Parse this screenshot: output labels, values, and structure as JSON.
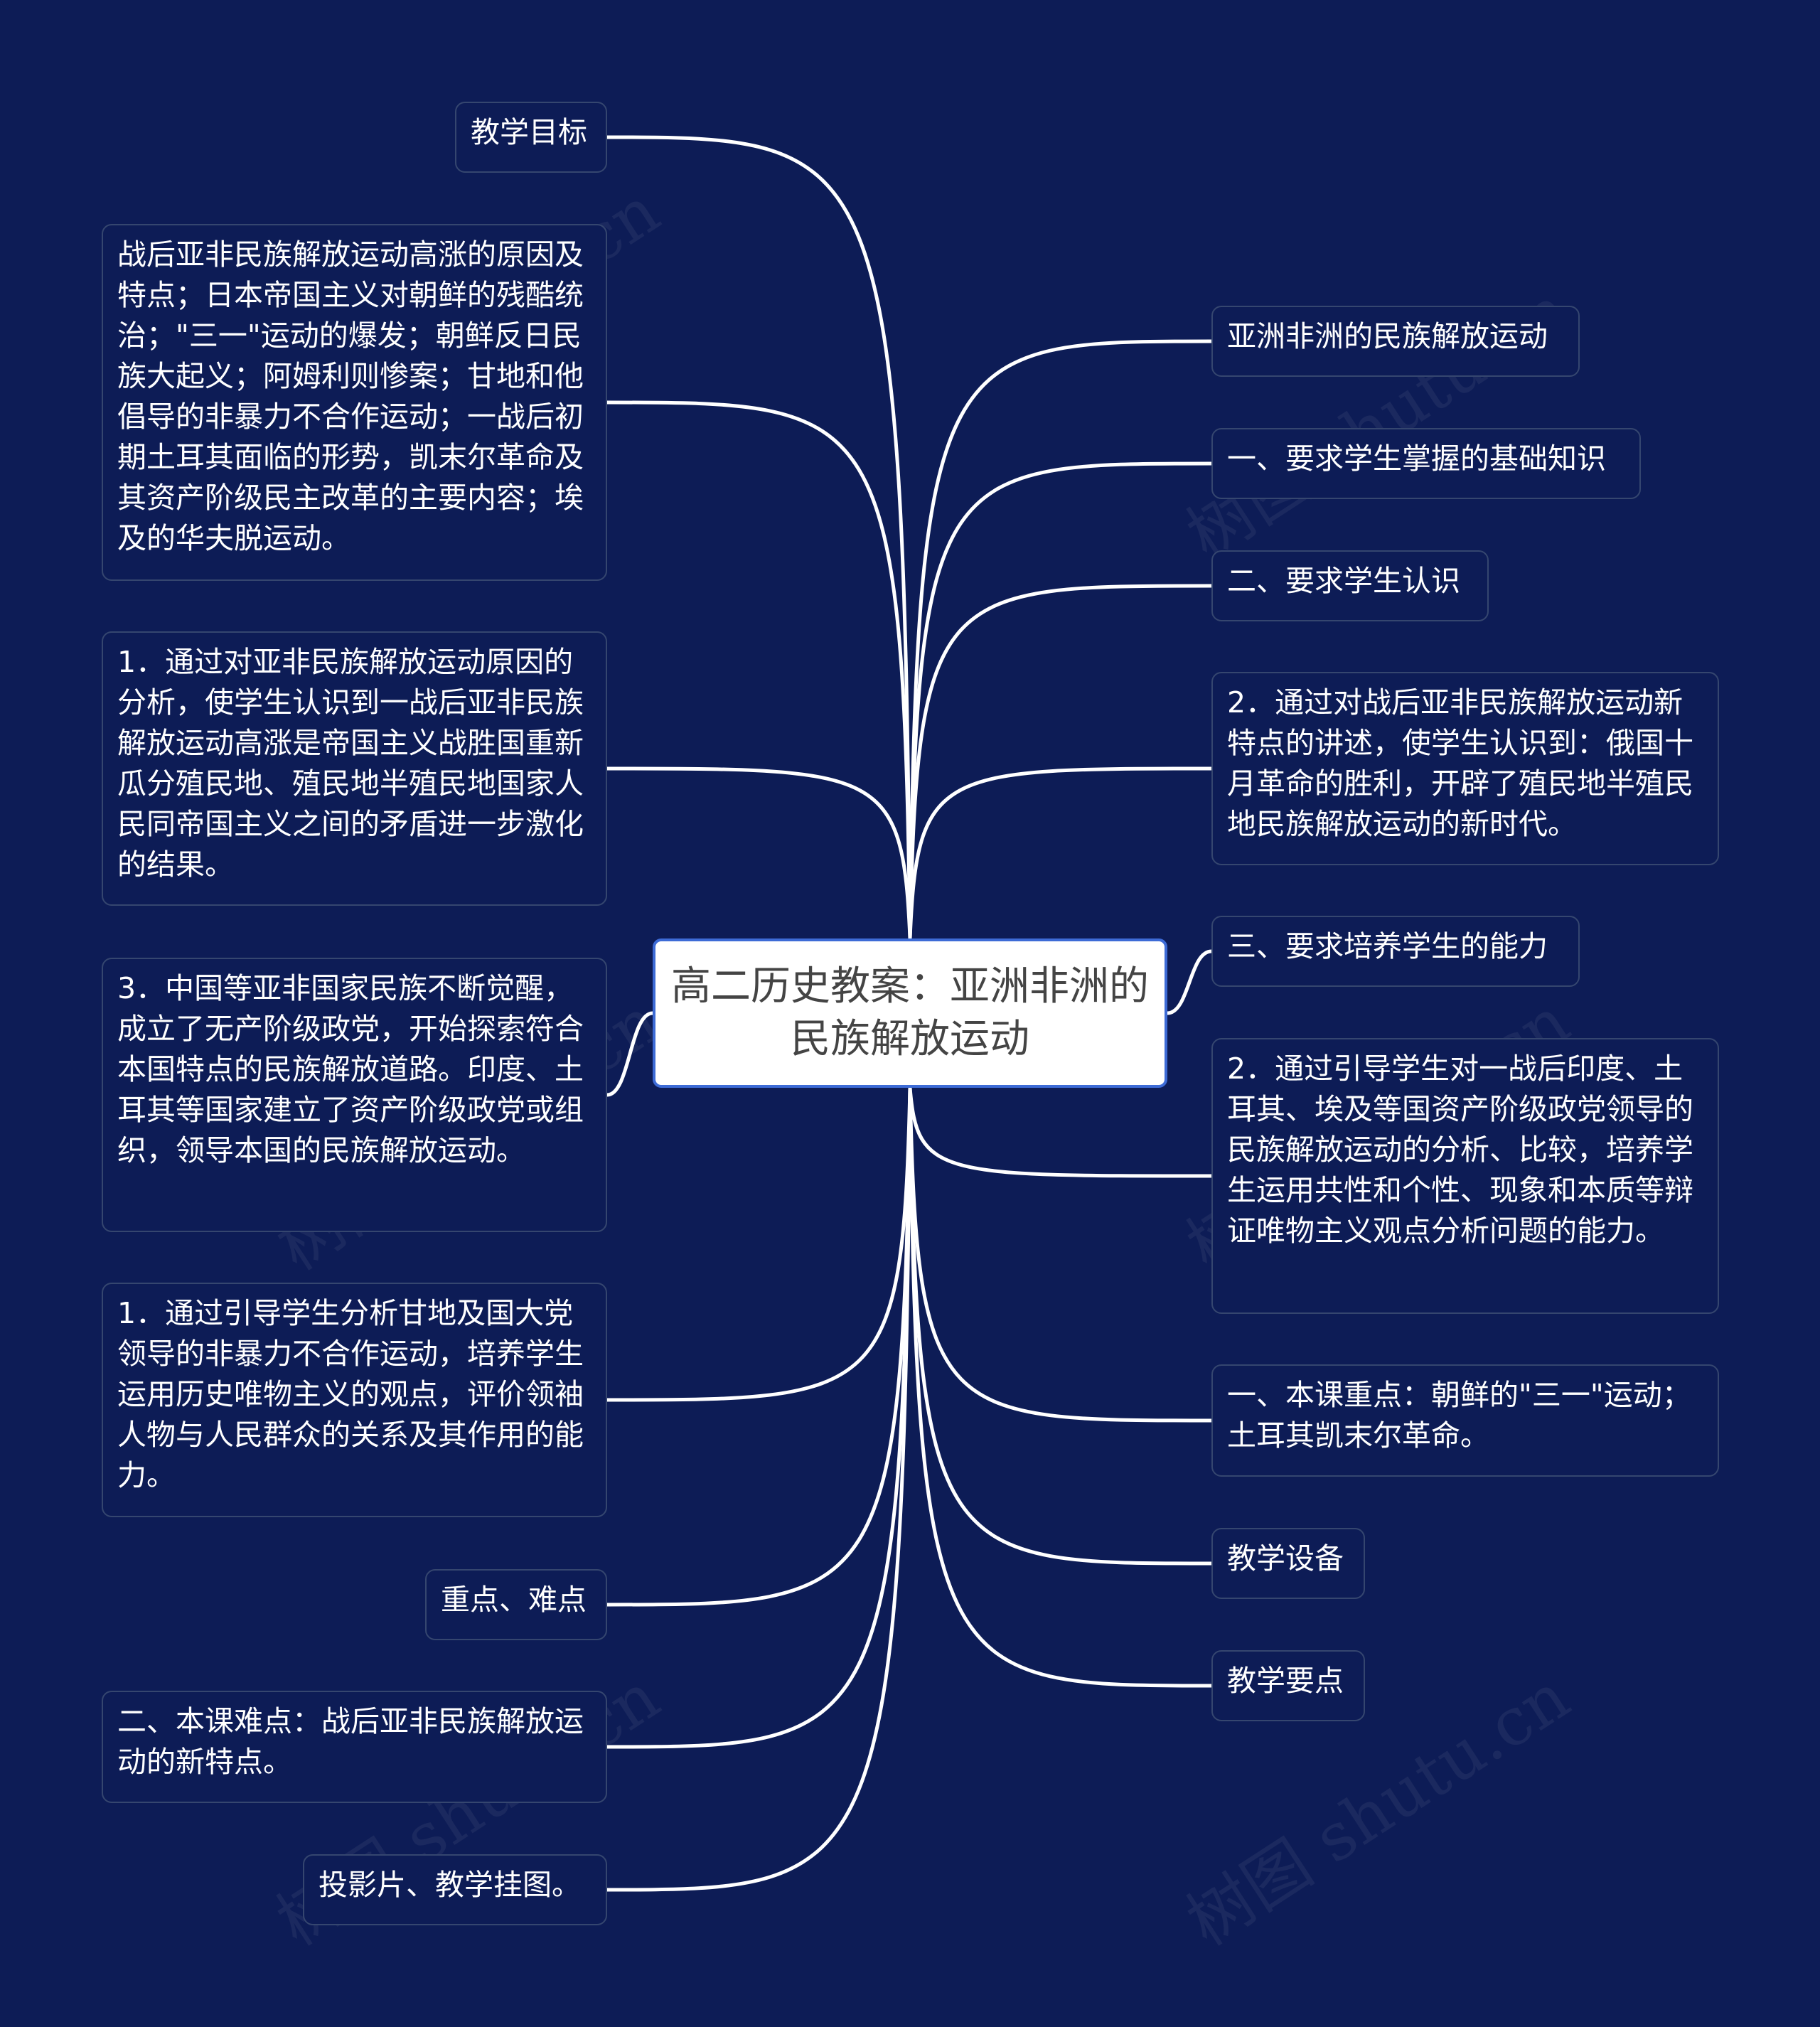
{
  "root": "高二历史教案：亚洲非洲的民族解放运动",
  "left": [
    "教学目标",
    "战后亚非民族解放运动高涨的原因及特点；日本帝国主义对朝鲜的残酷统治；\"三一\"运动的爆发；朝鲜反日民族大起义；阿姆利则惨案；甘地和他倡导的非暴力不合作运动；一战后初期土耳其面临的形势，凯末尔革命及其资产阶级民主改革的主要内容；埃及的华夫脱运动。",
    "1．通过对亚非民族解放运动原因的分析，使学生认识到一战后亚非民族解放运动高涨是帝国主义战胜国重新瓜分殖民地、殖民地半殖民地国家人民同帝国主义之间的矛盾进一步激化的结果。",
    "3．中国等亚非国家民族不断觉醒，成立了无产阶级政党，开始探索符合本国特点的民族解放道路。印度、土耳其等国家建立了资产阶级政党或组织，领导本国的民族解放运动。",
    "1．通过引导学生分析甘地及国大党领导的非暴力不合作运动，培养学生运用历史唯物主义的观点，评价领袖人物与人民群众的关系及其作用的能力。",
    "重点、难点",
    "二、本课难点：战后亚非民族解放运动的新特点。",
    "投影片、教学挂图。"
  ],
  "right": [
    "亚洲非洲的民族解放运动",
    "一、要求学生掌握的基础知识",
    "二、要求学生认识",
    "2．通过对战后亚非民族解放运动新特点的讲述，使学生认识到：俄国十月革命的胜利，开辟了殖民地半殖民地民族解放运动的新时代。",
    "三、要求培养学生的能力",
    "2．通过引导学生对一战后印度、土耳其、埃及等国资产阶级政党领导的民族解放运动的分析、比较，培养学生运用共性和个性、现象和本质等辩证唯物主义观点分析问题的能力。",
    "一、本课重点：朝鲜的\"三一\"运动；土耳其凯末尔革命。",
    "教学设备",
    "教学要点"
  ],
  "watermark": "树图 shutu.cn",
  "colors": {
    "background": "#0d1c56",
    "link": "#ffffff",
    "node_border": "#35466f",
    "root_border": "#3d6bd6"
  }
}
